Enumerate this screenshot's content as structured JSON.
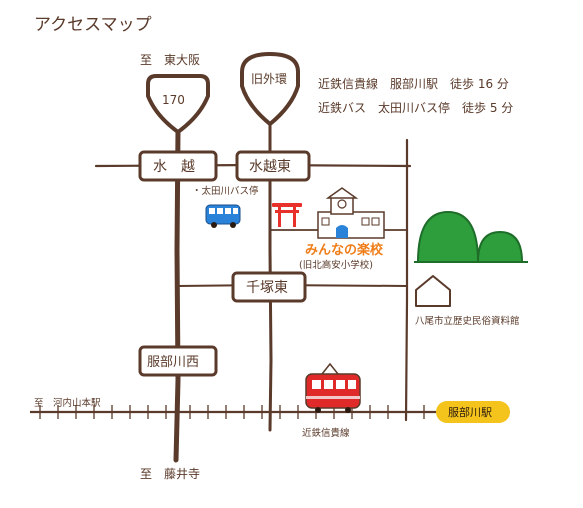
{
  "title": "アクセスマップ",
  "directions": {
    "higashi_osaka": "至　東大阪",
    "kawachi_yamamoto": "至　河内山本駅",
    "fujiidera": "至　藤井寺"
  },
  "route_signs": {
    "route170": "170",
    "outer_ring": "旧外環"
  },
  "access_info": [
    "近鉄信貴線　服部川駅　徒歩 16 分",
    "近鉄バス　太田川バス停　徒歩 5 分"
  ],
  "intersections": {
    "mizukoshi": "水　越",
    "mizukoshi_higashi": "水越東",
    "chizuka_higashi": "千塚東",
    "hattorigawa_nishi": "服部川西"
  },
  "places": {
    "bus_stop": "・太田川バス停",
    "school_name": "みんなの楽校",
    "school_sub": "(旧北高安小学校)",
    "museum": "八尾市立歴史民俗資料館",
    "station": "服部川駅",
    "railway": "近鉄信貴線"
  },
  "colors": {
    "road": "#5a3a2a",
    "text": "#5a3a2a",
    "orange": "#ef7d18",
    "torii": "#e8312b",
    "bus": "#2b82d9",
    "train": "#e02a2a",
    "hill": "#2e9e3c",
    "station_sign": "#f4c41c",
    "school_roof": "#2b82d9"
  },
  "icons": [
    "torii-icon",
    "school-icon",
    "bus-icon",
    "train-icon",
    "hill-icon",
    "museum-icon"
  ]
}
